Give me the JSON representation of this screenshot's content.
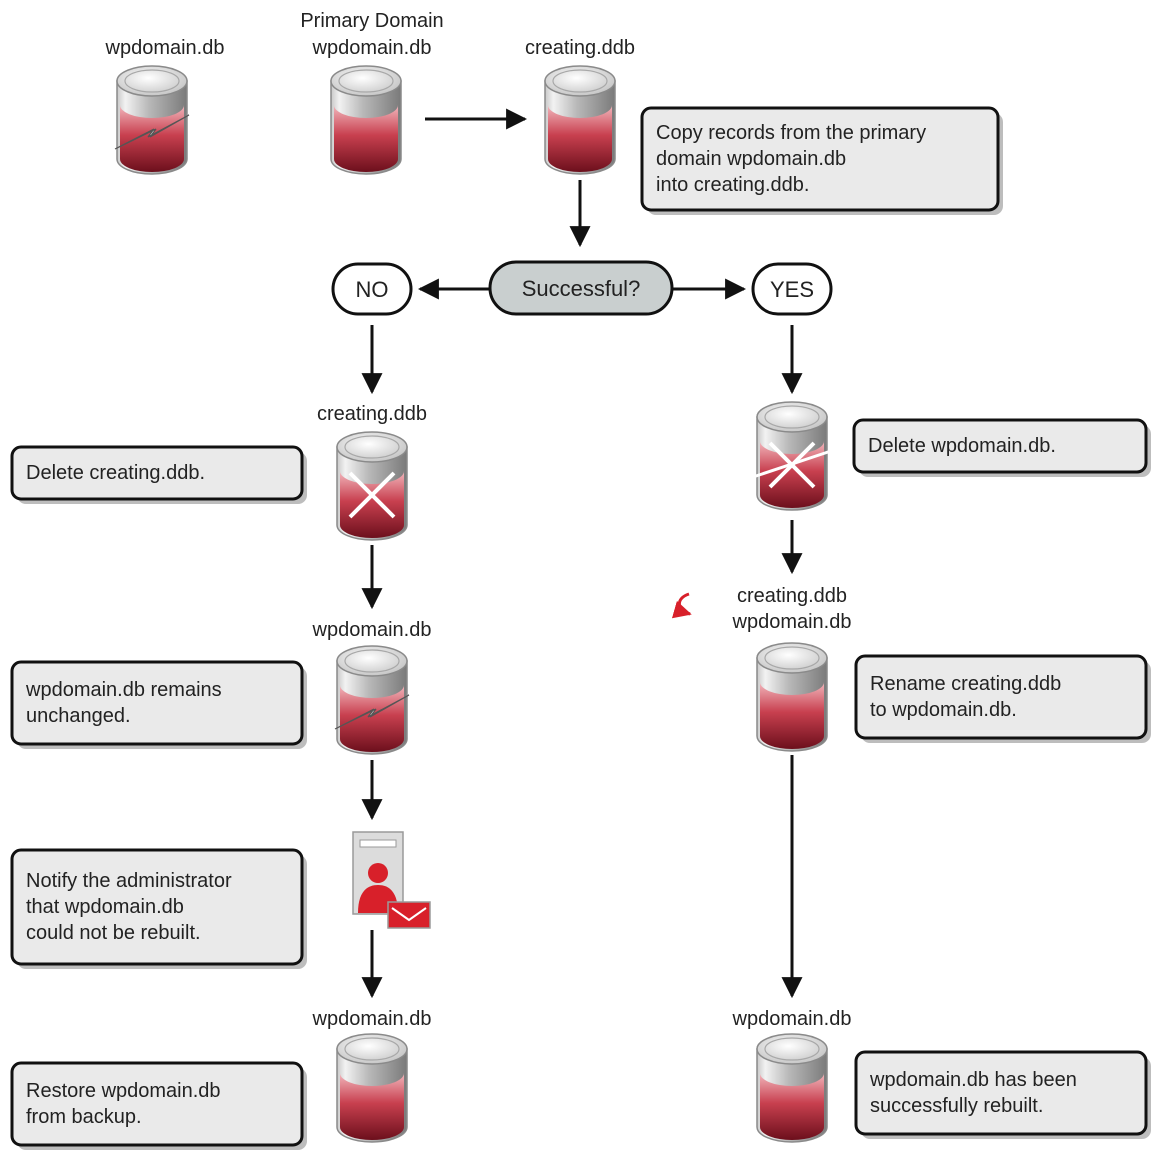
{
  "colors": {
    "db_red": "#b02a3a",
    "db_light": "#e9e9e9",
    "decision_fill": "#c9cfcf",
    "note_fill": "#eaeaea",
    "arrow": "#111111",
    "rename_arrow": "#d8202a"
  },
  "labels": {
    "top_broken_db": "wpdomain.db",
    "primary_caption": "Primary Domain",
    "primary_db": "wpdomain.db",
    "creating_top": "creating.ddb",
    "no_creating": "creating.ddb",
    "no_wpdomain": "wpdomain.db",
    "no_final": "wpdomain.db",
    "yes_rename_from": "creating.ddb",
    "yes_rename_to": "wpdomain.db",
    "yes_final": "wpdomain.db"
  },
  "decision": {
    "question": "Successful?",
    "no": "NO",
    "yes": "YES"
  },
  "notes": {
    "copy": [
      "Copy records from the primary",
      "domain wpdomain.db",
      "into creating.ddb."
    ],
    "delete_creating": [
      "Delete creating.ddb."
    ],
    "unchanged": [
      "wpdomain.db remains",
      "unchanged."
    ],
    "notify": [
      "Notify the administrator",
      "that wpdomain.db",
      "could not be rebuilt."
    ],
    "restore": [
      "Restore wpdomain.db",
      "from backup."
    ],
    "delete_wpdomain": [
      "Delete wpdomain.db."
    ],
    "rename": [
      "Rename creating.ddb",
      "to wpdomain.db."
    ],
    "success": [
      "wpdomain.db has been",
      "successfully rebuilt."
    ]
  },
  "icons": {
    "database": "database-icon",
    "broken_database": "broken-database-icon",
    "deleted_database": "deleted-database-icon",
    "notify_admin": "notify-administrator-icon",
    "rename": "rename-arrow-icon"
  }
}
